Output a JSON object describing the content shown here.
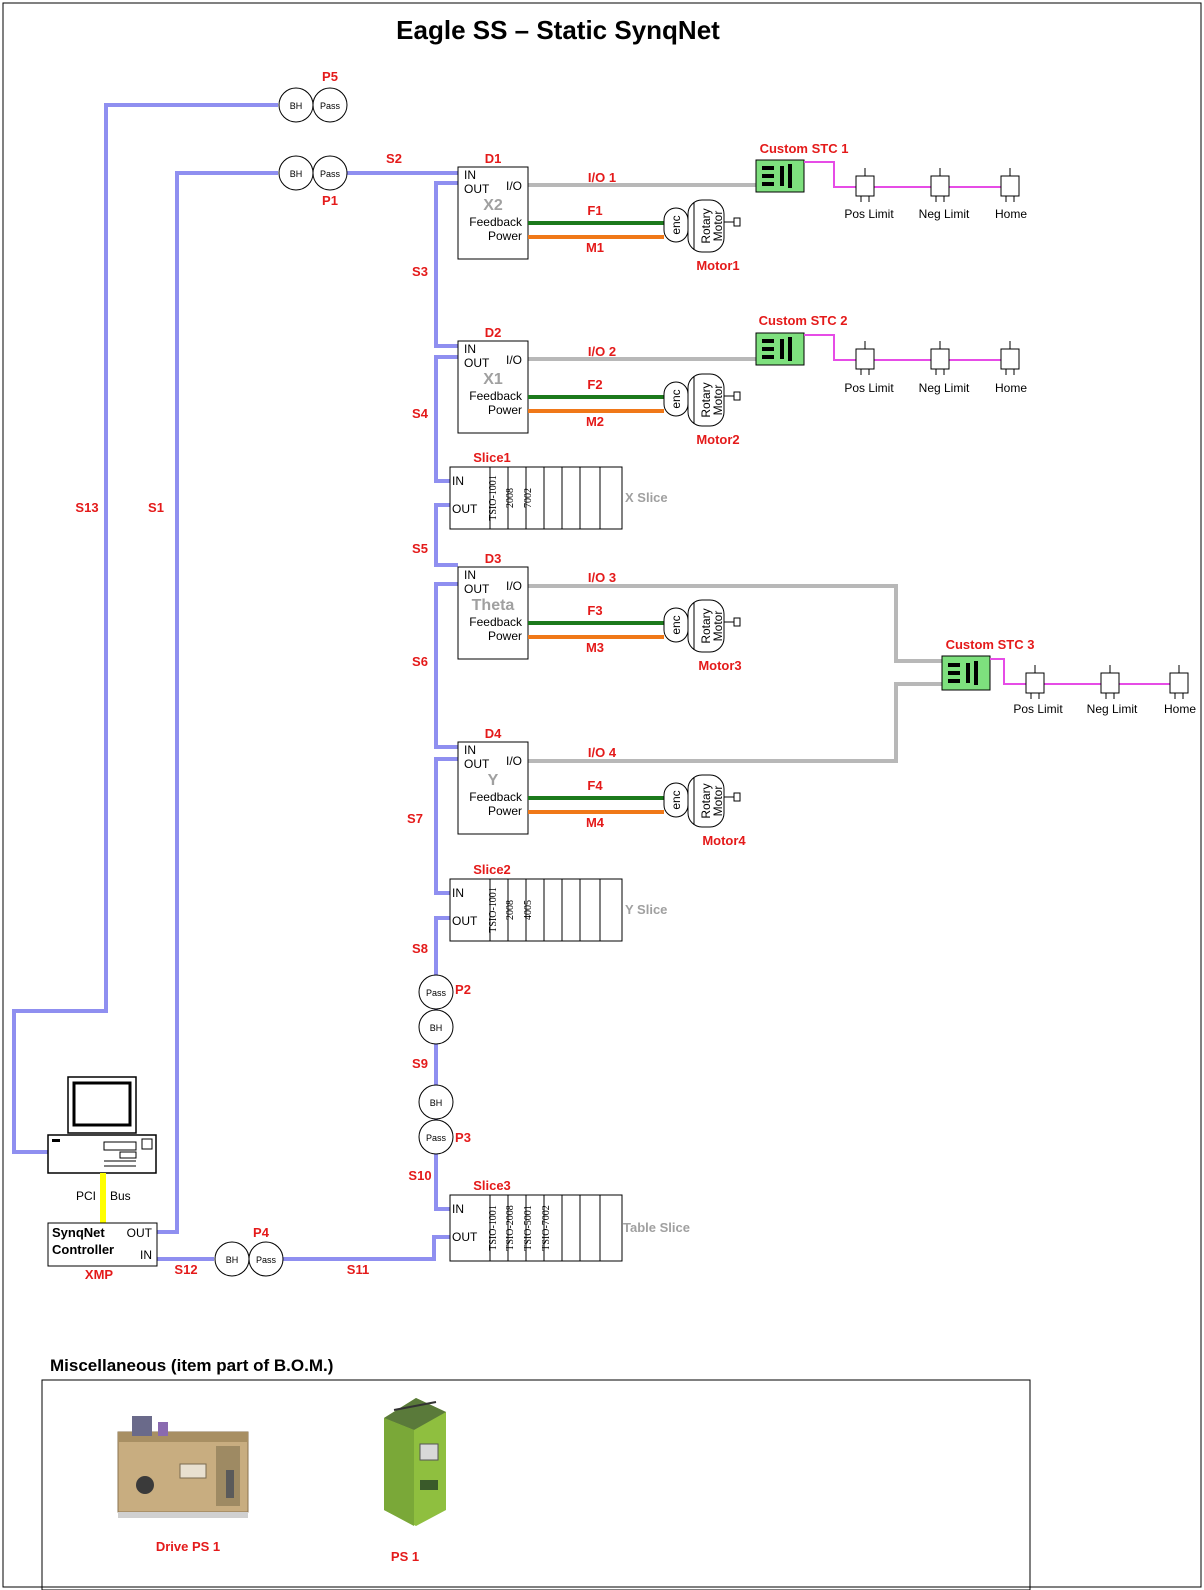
{
  "title": "Eagle SS – Static SynqNet",
  "segments": {
    "s1": "S1",
    "s2": "S2",
    "s3": "S3",
    "s4": "S4",
    "s5": "S5",
    "s6": "S6",
    "s7": "S7",
    "s8": "S8",
    "s9": "S9",
    "s10": "S10",
    "s11": "S11",
    "s12": "S12",
    "s13": "S13"
  },
  "ports": {
    "p1": "P1",
    "p2": "P2",
    "p3": "P3",
    "p4": "P4",
    "p5": "P5"
  },
  "port_labels": {
    "bh": "BH",
    "pass": "Pass"
  },
  "drive_labels": {
    "in": "IN",
    "out": "OUT",
    "io": "I/O",
    "feedback": "Feedback",
    "power": "Power"
  },
  "drives": [
    {
      "id": "D1",
      "axis": "X2",
      "io": "I/O 1",
      "feedback": "F1",
      "motor_cable": "M1",
      "motor": "Motor1"
    },
    {
      "id": "D2",
      "axis": "X1",
      "io": "I/O 2",
      "feedback": "F2",
      "motor_cable": "M2",
      "motor": "Motor2"
    },
    {
      "id": "D3",
      "axis": "Theta",
      "io": "I/O 3",
      "feedback": "F3",
      "motor_cable": "M3",
      "motor": "Motor3"
    },
    {
      "id": "D4",
      "axis": "Y",
      "io": "I/O 4",
      "feedback": "F4",
      "motor_cable": "M4",
      "motor": "Motor4"
    }
  ],
  "motor_labels": {
    "enc": "enc",
    "rotary": "Rotary",
    "motor": "Motor"
  },
  "slices": [
    {
      "id": "Slice1",
      "name": "X Slice",
      "modules": [
        "TSIO-1001",
        "2008",
        "7002"
      ]
    },
    {
      "id": "Slice2",
      "name": "Y Slice",
      "modules": [
        "TSIO-1001",
        "2008",
        "4005"
      ]
    },
    {
      "id": "Slice3",
      "name": "Table  Slice",
      "modules": [
        "TSIO-1001",
        "TSIO-2008",
        "TSIO-5001",
        "TSIO-7002"
      ]
    }
  ],
  "stc": [
    {
      "id": "Custom STC 1"
    },
    {
      "id": "Custom STC 2"
    },
    {
      "id": "Custom STC 3"
    }
  ],
  "switch_labels": {
    "pos": "Pos Limit",
    "neg": "Neg Limit",
    "home": "Home"
  },
  "pc": {
    "pci": "PCI",
    "bus": "Bus"
  },
  "controller": {
    "name_line1": "SynqNet",
    "name_line2": "Controller",
    "out": "OUT",
    "in": "IN",
    "model": "XMP"
  },
  "misc": {
    "title": "Miscellaneous (item part of  B.O.M.)",
    "items": [
      {
        "label": "Drive PS 1"
      },
      {
        "label": "PS 1"
      }
    ]
  },
  "colors": {
    "synqnet": "#8f8ff0",
    "io_cable": "#b8b8b8",
    "feedback": "#1c7a1c",
    "power": "#f07818",
    "limit_wire": "#e64ce6",
    "stc": "#7ee07e",
    "label_red": "#e41a1a"
  }
}
